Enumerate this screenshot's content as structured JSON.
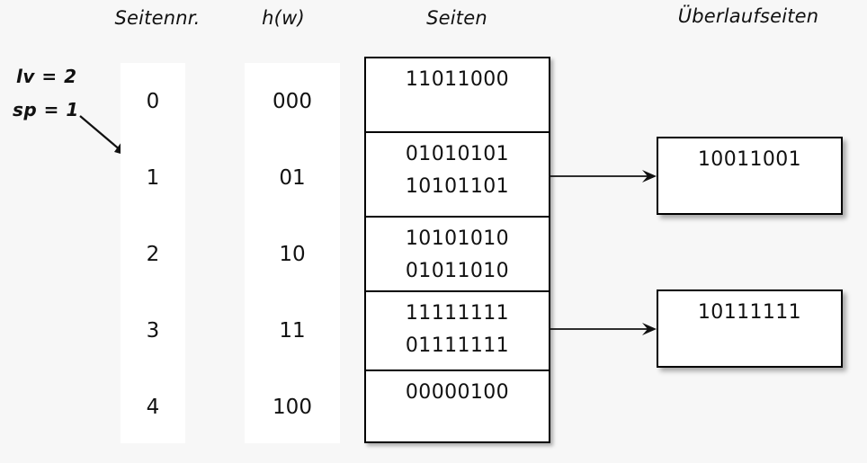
{
  "headings": {
    "seitennr": "Seitennr.",
    "hw": "h(w)",
    "seiten": "Seiten",
    "ueberlaufseiten": "Überlaufseiten"
  },
  "parameters": {
    "lv": "lv = 2",
    "sp": "sp = 1"
  },
  "page_numbers": [
    "0",
    "1",
    "2",
    "3",
    "4"
  ],
  "hash_values": [
    "000",
    "01",
    "10",
    "11",
    "100"
  ],
  "pages": [
    {
      "records": [
        "11011000"
      ]
    },
    {
      "records": [
        "01010101",
        "10101101"
      ]
    },
    {
      "records": [
        "10101010",
        "01011010"
      ]
    },
    {
      "records": [
        "11111111",
        "01111111"
      ]
    },
    {
      "records": [
        "00000100"
      ]
    }
  ],
  "overflow_pages": [
    {
      "records": [
        "10011001"
      ]
    },
    {
      "records": [
        "10111111"
      ]
    }
  ],
  "colors": {
    "background": "#f7f7f7",
    "surface": "#ffffff",
    "stroke": "#000000",
    "text": "#111111"
  }
}
